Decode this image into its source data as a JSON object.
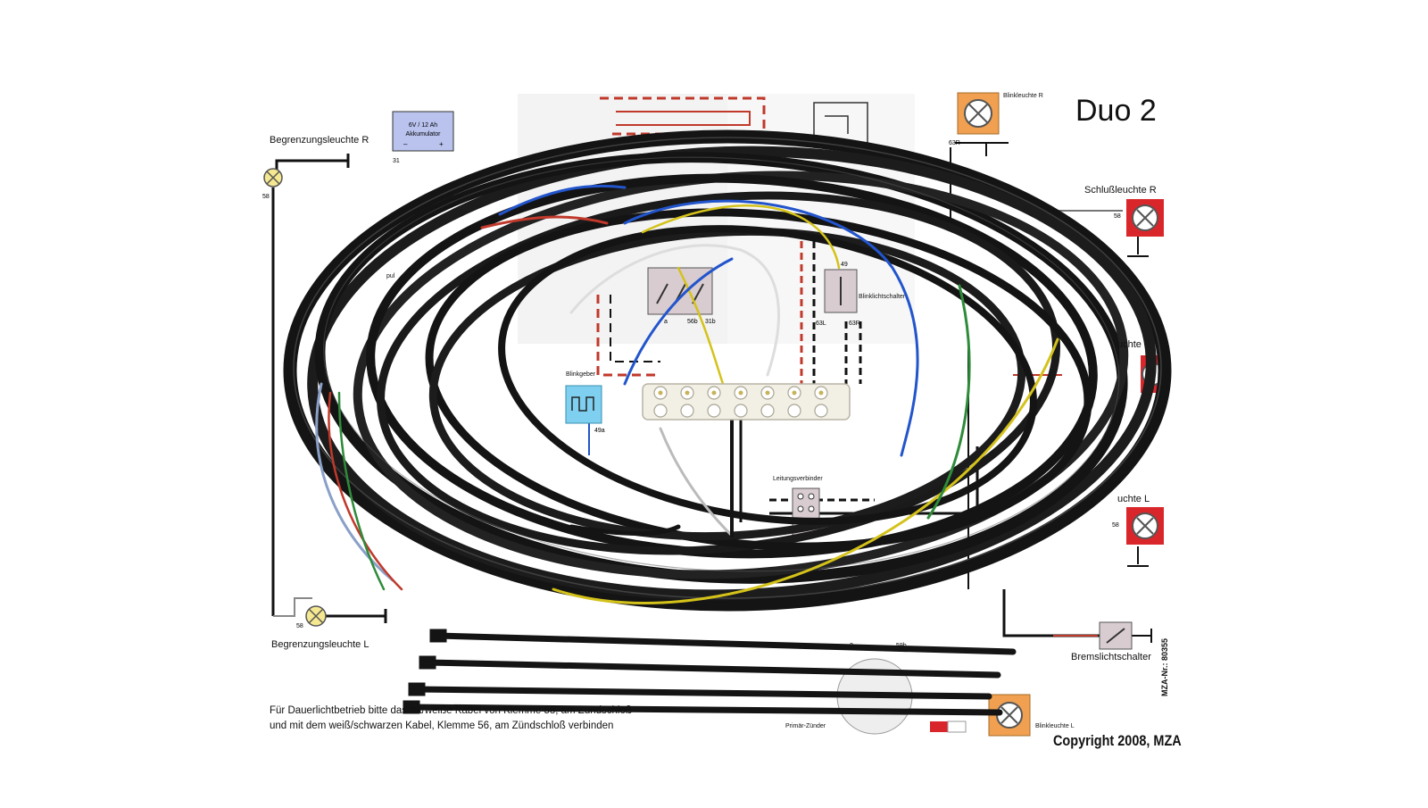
{
  "title": "Duo 2",
  "copyright": "Copyright 2008, MZA",
  "part_number": "MZA-Nr.: 80355",
  "note_lines": [
    "Für Dauerlichtbetrieb bitte das rot/weiße Kabel von Klemme 58, am Zündschloß",
    "und mit dem weiß/schwarzen Kabel, Klemme 56, am Zündschloß verbinden"
  ],
  "components": {
    "battery": {
      "line1": "6V / 12 Ah",
      "line2": "Akkumulator",
      "minus": "–",
      "plus": "+",
      "terminal": "31"
    },
    "begrenzung_r": {
      "label": "Begrenzungsleuchte R",
      "terminal": "58"
    },
    "begrenzung_l": {
      "label": "Begrenzungsleuchte L",
      "terminal": "58"
    },
    "blinkleuchte_r": {
      "label": "Blinkleuchte R",
      "terminal": "63R"
    },
    "blinkleuchte_l": {
      "label": "Blinkleuchte L"
    },
    "schlussleuchte_r": {
      "label": "Schlußleuchte R",
      "terminal": "58"
    },
    "schlussleuchte_l": {
      "label": "uchte L",
      "terminal": "58"
    },
    "side_lamp_right": {
      "label": "uchte"
    },
    "blinkgeber": {
      "label": "Blinkgeber",
      "terminal": "49a"
    },
    "blinklichtschalter": {
      "label": "Blinklichtschalter",
      "t49": "49",
      "t63l": "63L",
      "t63r": "63R"
    },
    "leitungsverbinder": {
      "label": "Leitungsverbinder"
    },
    "bremslichtschalter": {
      "label": "Bremslichtschalter"
    },
    "primaer_zuender": {
      "label": "Primär-Zünder",
      "t2": "2",
      "t59b": "59b"
    },
    "center_switch": {
      "t56b": "56b",
      "t31b": "31b",
      "ta": "a"
    },
    "spule_fragment": {
      "label": "pul"
    }
  },
  "colors": {
    "wire_black": "#141414",
    "wire_red": "#c0392b",
    "wire_blue": "#2255cc",
    "wire_yellow": "#d4c21a",
    "wire_green": "#2e8b3a",
    "lamp_orange": "#f0a050",
    "lamp_red": "#d9262b",
    "lamp_yellow": "#f5e890",
    "battery_blue": "#b9c3ee",
    "blinkgeber_blue": "#7fd0f0"
  }
}
